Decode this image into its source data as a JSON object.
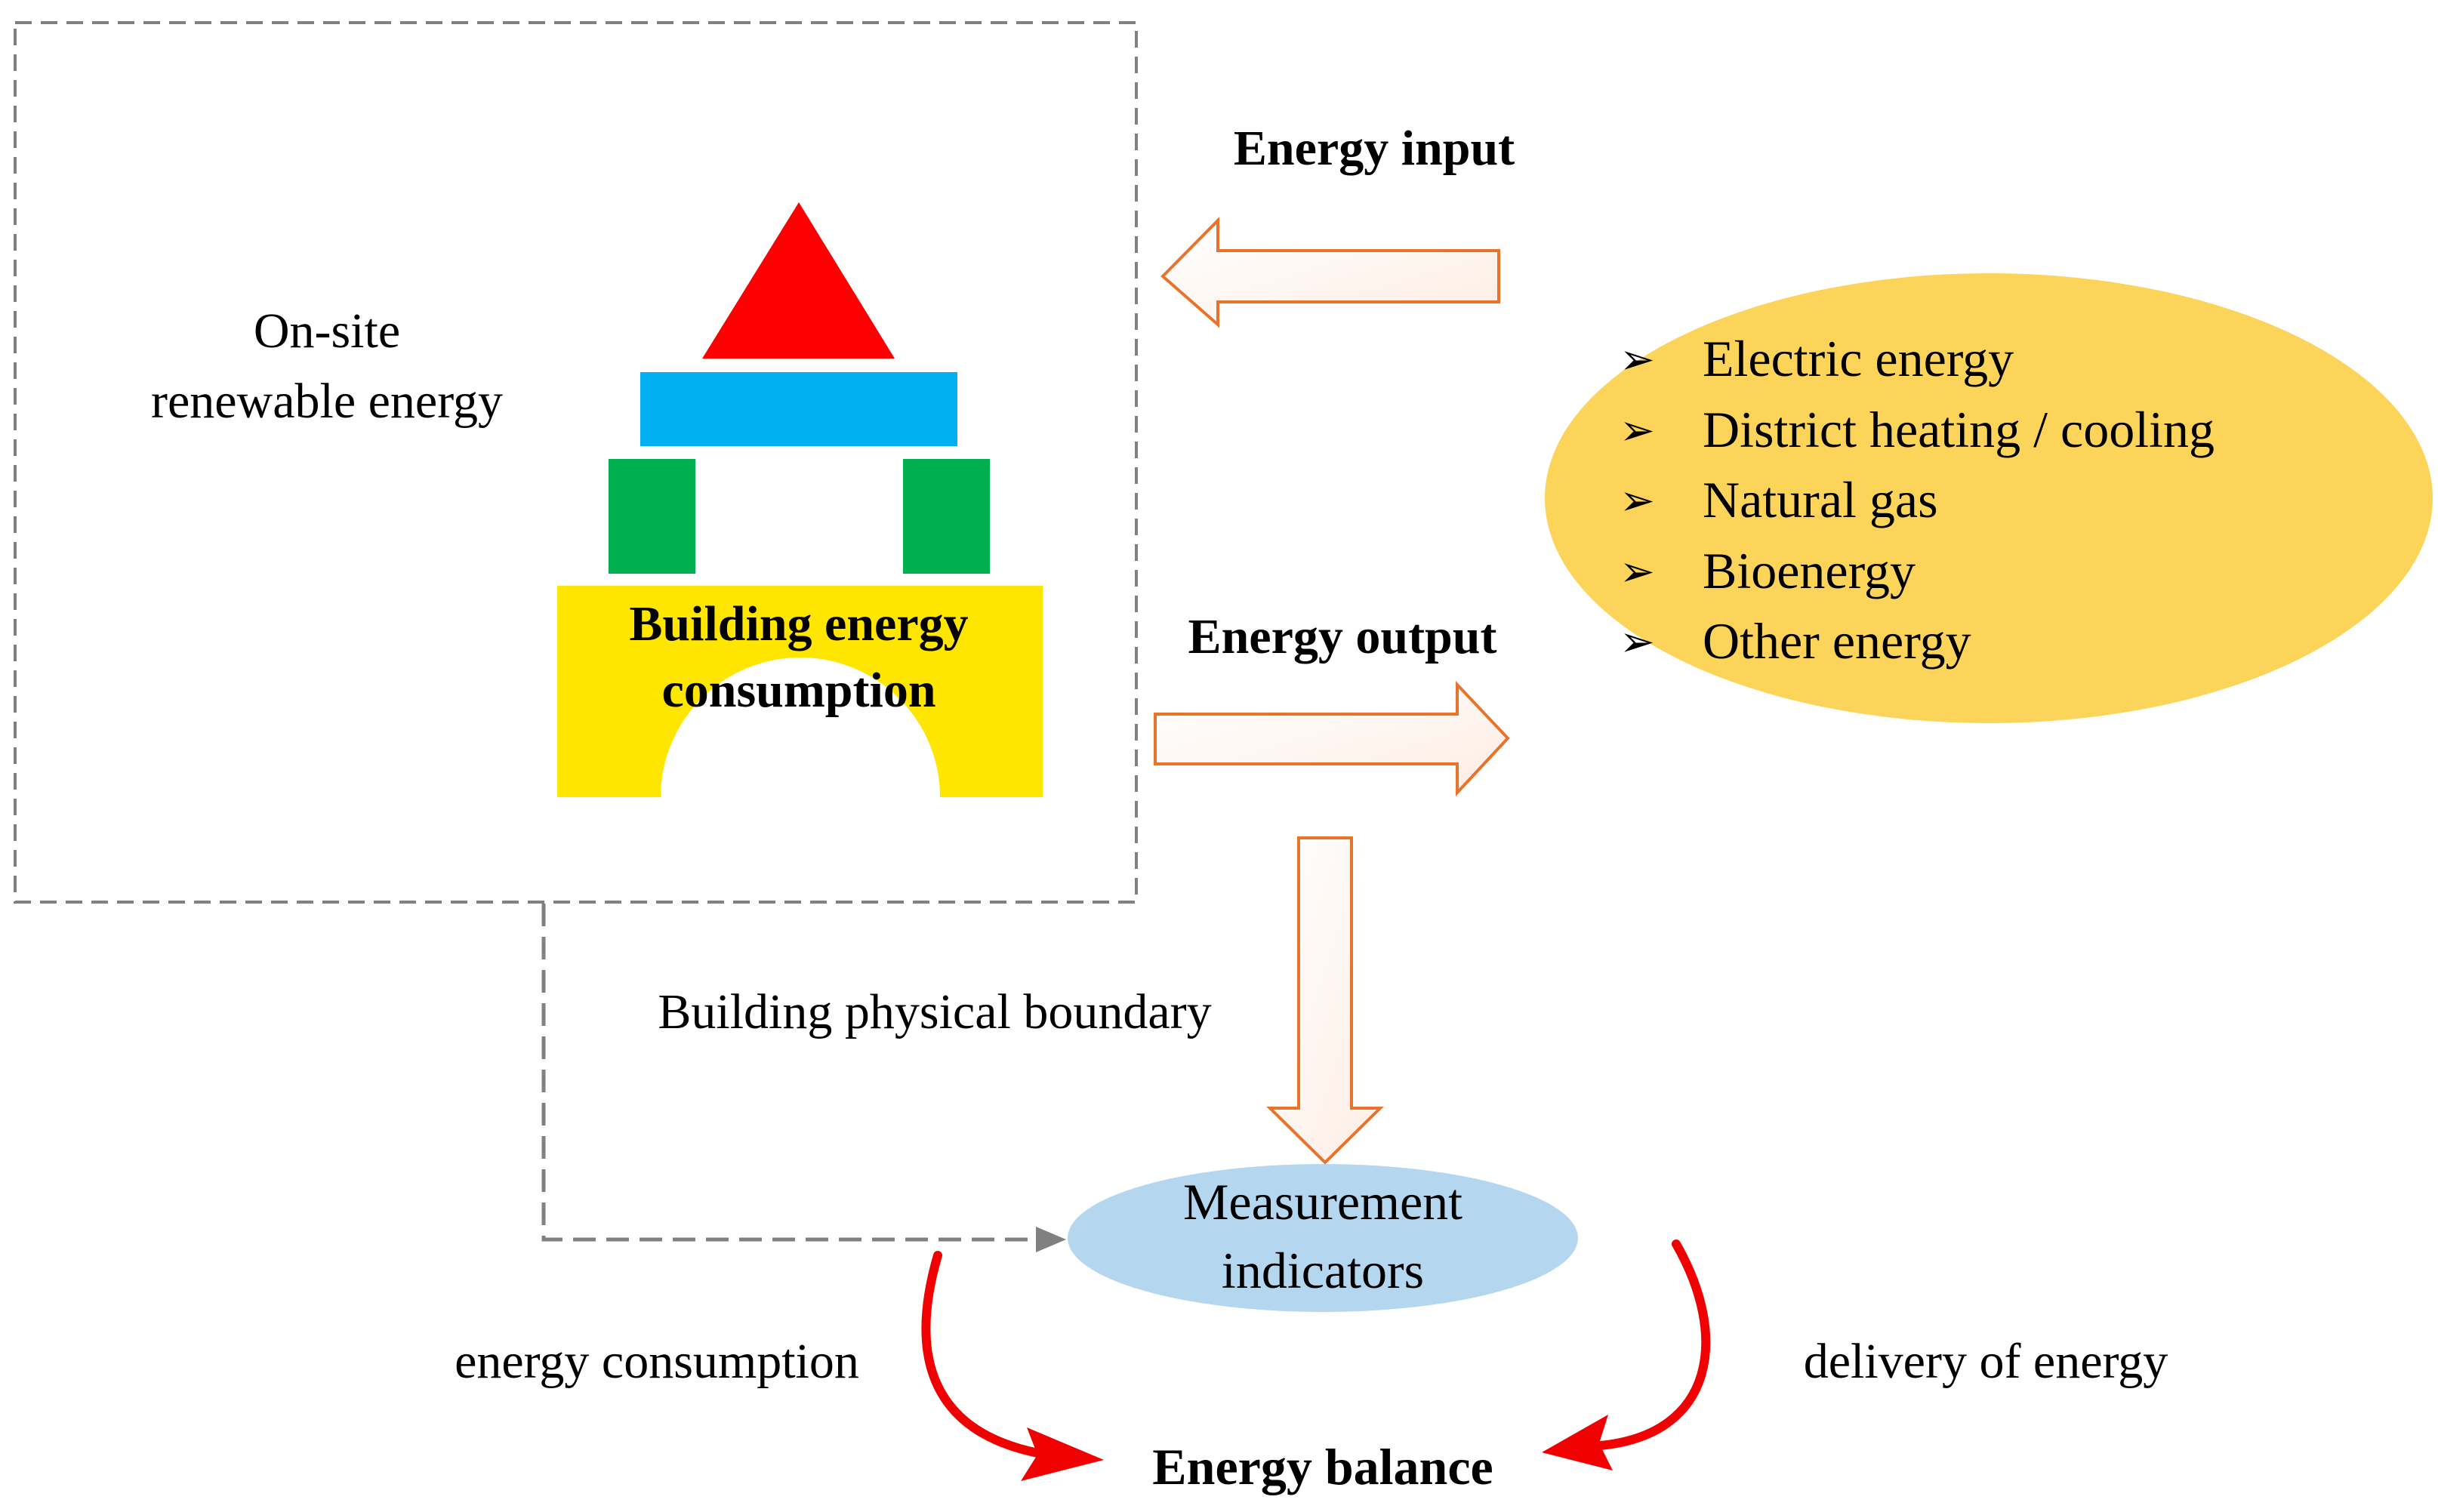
{
  "diagram": {
    "renewable_label_line1": "On-site",
    "renewable_label_line2": "renewable energy",
    "building_label_line1": "Building energy",
    "building_label_line2": "consumption",
    "energy_input_label": "Energy input",
    "energy_output_label": "Energy output",
    "boundary_label": "Building physical boundary",
    "sources": [
      "Electric energy",
      "District heating / cooling",
      "Natural gas",
      "Bioenergy",
      "Other energy"
    ],
    "bullet_glyph": "➢",
    "measurement_line1": "Measurement",
    "measurement_line2": "indicators",
    "consumption_label": "energy consumption",
    "delivery_label": "delivery of energy",
    "balance_label": "Energy balance"
  },
  "colors": {
    "roof_triangle": "#FF0000",
    "beam": "#00B0F0",
    "pillars": "#00B050",
    "base_arch": "#FFE600",
    "sources_ellipse": "#FCD45A",
    "measurement_ellipse": "#B4D6EE",
    "block_arrow_stroke": "#E8732A",
    "block_arrow_fill": "#FFF6F0",
    "boundary_dash": "#808080",
    "curved_arrows": "#F00000"
  }
}
